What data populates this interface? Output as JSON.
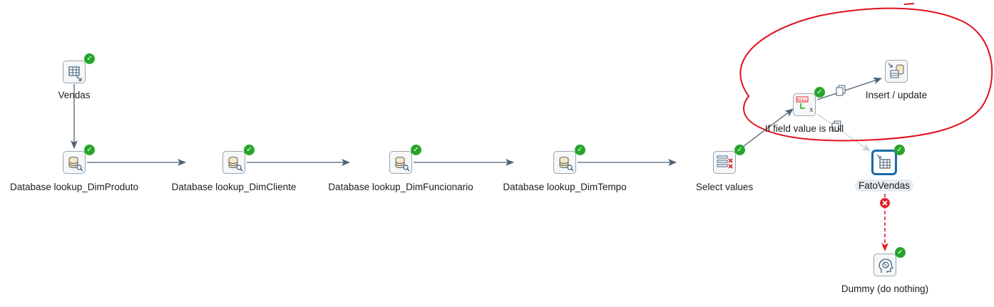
{
  "steps": {
    "vendas": {
      "label": "Vendas",
      "icon": "table-input-icon",
      "status": "ok"
    },
    "lookup_produto": {
      "label": "Database lookup_DimProduto",
      "icon": "database-lookup-icon",
      "status": "ok"
    },
    "lookup_cliente": {
      "label": "Database lookup_DimCliente",
      "icon": "database-lookup-icon",
      "status": "ok"
    },
    "lookup_funcionario": {
      "label": "Database lookup_DimFuncionario",
      "icon": "database-lookup-icon",
      "status": "ok"
    },
    "lookup_tempo": {
      "label": "Database lookup_DimTempo",
      "icon": "database-lookup-icon",
      "status": "ok"
    },
    "select_values": {
      "label": "Select values",
      "icon": "select-values-icon",
      "status": "ok"
    },
    "if_null": {
      "label": "If field value is null",
      "icon": "null-if-icon",
      "status": "ok"
    },
    "insert_update": {
      "label": "Insert / update",
      "icon": "insert-update-icon",
      "status": "none"
    },
    "fato_vendas": {
      "label": "FatoVendas",
      "icon": "table-output-icon",
      "status": "ok",
      "selected": true
    },
    "dummy": {
      "label": "Dummy (do nothing)",
      "icon": "dummy-icon",
      "status": "ok"
    }
  },
  "colors": {
    "hop": "#4a6175",
    "hop_disabled": "#b9c3cc",
    "error_hop": "#e0202a",
    "annotation": "#e0101a",
    "ok": "#26a52a",
    "selected_border": "#1b6aa8"
  }
}
